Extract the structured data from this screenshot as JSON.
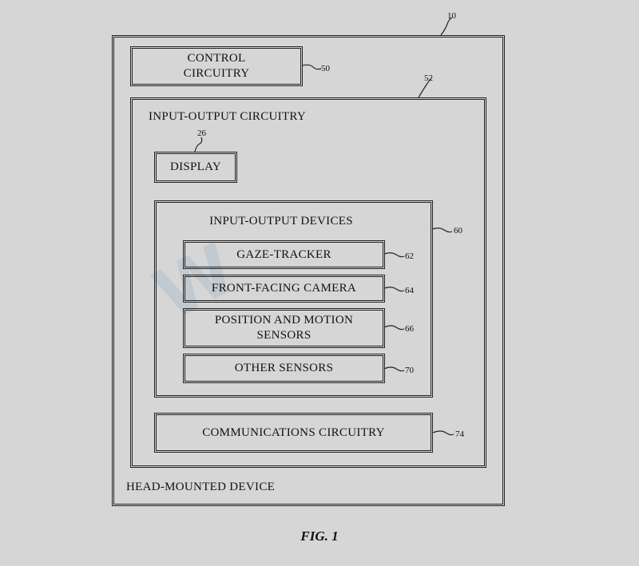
{
  "figure_label": "FIG. 1",
  "device": {
    "label": "HEAD-MOUNTED DEVICE",
    "ref": "10"
  },
  "control_circuitry": {
    "label": "CONTROL\nCIRCUITRY",
    "ref": "50"
  },
  "io_circuitry": {
    "label": "INPUT-OUTPUT CIRCUITRY",
    "ref": "52"
  },
  "display": {
    "label": "DISPLAY",
    "ref": "26"
  },
  "io_devices": {
    "label": "INPUT-OUTPUT DEVICES",
    "ref": "60",
    "items": [
      {
        "label": "GAZE-TRACKER",
        "ref": "62"
      },
      {
        "label": "FRONT-FACING CAMERA",
        "ref": "64"
      },
      {
        "label": "POSITION AND MOTION\nSENSORS",
        "ref": "66"
      },
      {
        "label": "OTHER SENSORS",
        "ref": "70"
      }
    ]
  },
  "communications": {
    "label": "COMMUNICATIONS CIRCUITRY",
    "ref": "74"
  },
  "colors": {
    "background": "#d6d6d6",
    "line": "#222222",
    "watermark": "#9db3c9"
  }
}
